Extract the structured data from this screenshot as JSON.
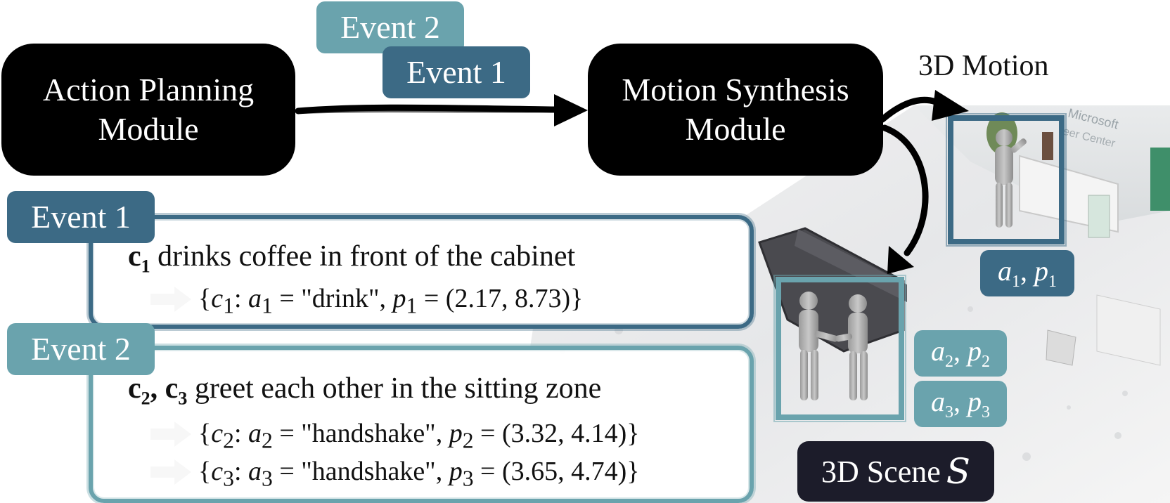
{
  "modules": {
    "action_planning": [
      "Action Planning",
      "Module"
    ],
    "motion_synthesis": [
      "Motion Synthesis",
      "Module"
    ]
  },
  "flow_tags": {
    "event2": "Event 2",
    "event1": "Event 1"
  },
  "motion_label": "3D Motion",
  "events": [
    {
      "tag": "Event 1",
      "chars": "c1",
      "description": "drinks coffee in front of the cabinet",
      "formulas": [
        {
          "c": "c",
          "ci": "1",
          "a": "a",
          "ai": "1",
          "action": "\"drink\"",
          "p": "p",
          "pi": "1",
          "coords": "(2.17, 8.73)"
        }
      ]
    },
    {
      "tag": "Event 2",
      "chars_a": "c2",
      "chars_b": "c3",
      "description": "greet each other in the sitting zone",
      "formulas": [
        {
          "c": "c",
          "ci": "2",
          "a": "a",
          "ai": "2",
          "action": "\"handshake\"",
          "p": "p",
          "pi": "2",
          "coords": "(3.32, 4.14)"
        },
        {
          "c": "c",
          "ci": "3",
          "a": "a",
          "ai": "3",
          "action": "\"handshake\"",
          "p": "p",
          "pi": "3",
          "coords": "(3.65, 4.74)"
        }
      ]
    }
  ],
  "scene_tags": [
    {
      "a": "a",
      "i": "1",
      "p": "p"
    },
    {
      "a": "a",
      "i": "2",
      "p": "p"
    },
    {
      "a": "a",
      "i": "3",
      "p": "p"
    }
  ],
  "scene_label": {
    "text": "3D Scene",
    "symbol": "S"
  },
  "scene_text": {
    "brand": "Microsoft",
    "sub": "reer Center"
  },
  "colors": {
    "event1": "#3c6a85",
    "event2": "#6aa3ad",
    "module": "#000000",
    "scene_label": "#1c1c2a"
  },
  "icons": [
    "black-brush-arrow",
    "curved-arrow",
    "human-figure"
  ]
}
